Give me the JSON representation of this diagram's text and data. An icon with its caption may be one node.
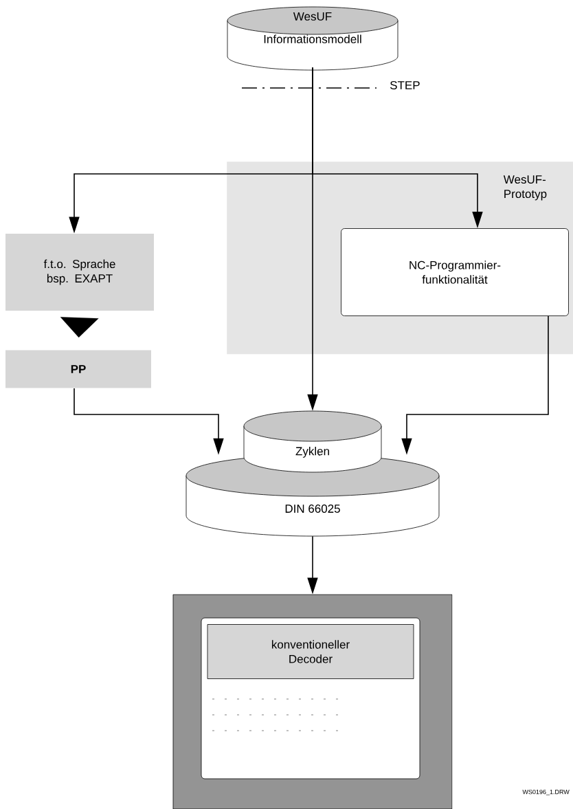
{
  "diagram": {
    "nodes": [
      {
        "text": [
          "WesUF",
          "Informationsmodell"
        ]
      },
      {
        "text": [
          "WesUF-Prototyp"
        ]
      },
      {
        "text": [
          "f.t.o. Sprache bsp. EXAPT"
        ]
      },
      {
        "text": [
          "PP"
        ]
      },
      {
        "text": [
          "NC-Programmier-funktionalität"
        ],
        "in": 1
      },
      {
        "text": [
          "DIN 66025"
        ]
      },
      {
        "text": [
          "Zyklen"
        ]
      },
      {
        "text": [],
        "shape": "box"
      },
      {
        "text": [],
        "shape": "box",
        "in": 7
      },
      {
        "text": [
          "konventioneller Decoder"
        ],
        "in": 8
      }
    ],
    "edges": [
      {
        "from": 0,
        "to": 2,
        "arrow": "to"
      },
      {
        "from": 0,
        "to": 4,
        "arrow": "to"
      },
      {
        "from": 0,
        "to": 6,
        "arrow": "to"
      },
      {
        "from": 2,
        "to": 3,
        "arrow": "to"
      },
      {
        "from": 3,
        "to": 5,
        "arrow": "to"
      },
      {
        "from": 4,
        "to": 5,
        "arrow": "to"
      },
      {
        "from": 5,
        "to": 7,
        "arrow": "to"
      }
    ],
    "labels": [
      "STEP",
      "WS0196_1.DRW"
    ]
  }
}
